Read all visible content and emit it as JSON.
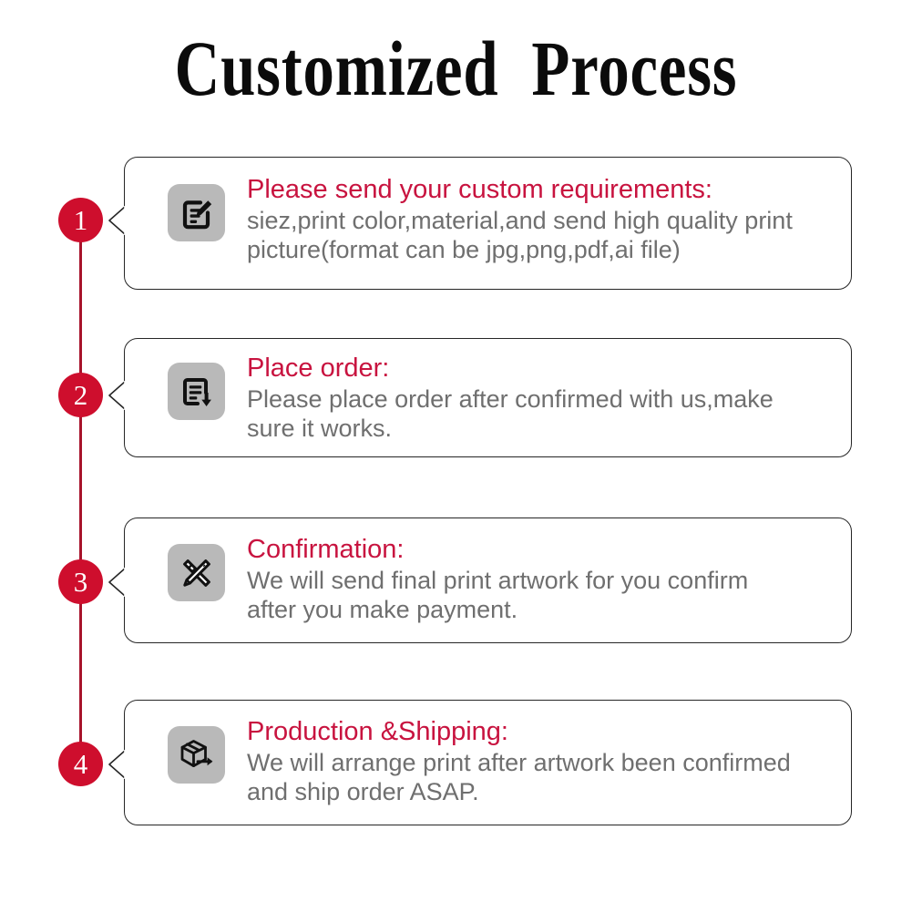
{
  "page": {
    "title": "Customized  Process",
    "background_color": "#ffffff"
  },
  "colors": {
    "accent_red": "#ce0e2d",
    "heading_red": "#c8133f",
    "rail_red": "#a7132b",
    "body_gray": "#6f6f6f",
    "badge_gray": "#b9b9b9",
    "card_border": "#262626",
    "bullet_text": "#ffffff"
  },
  "timeline": {
    "steps": [
      {
        "number": "1",
        "icon": "edit-document-icon",
        "heading": "Please send your custom requirements:",
        "body": "siez,print color,material,and send high quality print\npicture(format can be jpg,png,pdf,ai file)"
      },
      {
        "number": "2",
        "icon": "order-download-icon",
        "heading": "Place order:",
        "body": "Please place order after confirmed with us,make\nsure it works."
      },
      {
        "number": "3",
        "icon": "ruler-pencil-icon",
        "heading": "Confirmation:",
        "body": "We will send final print artwork for you confirm\nafter you make payment."
      },
      {
        "number": "4",
        "icon": "shipping-box-icon",
        "heading": "Production &Shipping:",
        "body": " We will arrange print after artwork been confirmed\nand ship order ASAP."
      }
    ]
  }
}
